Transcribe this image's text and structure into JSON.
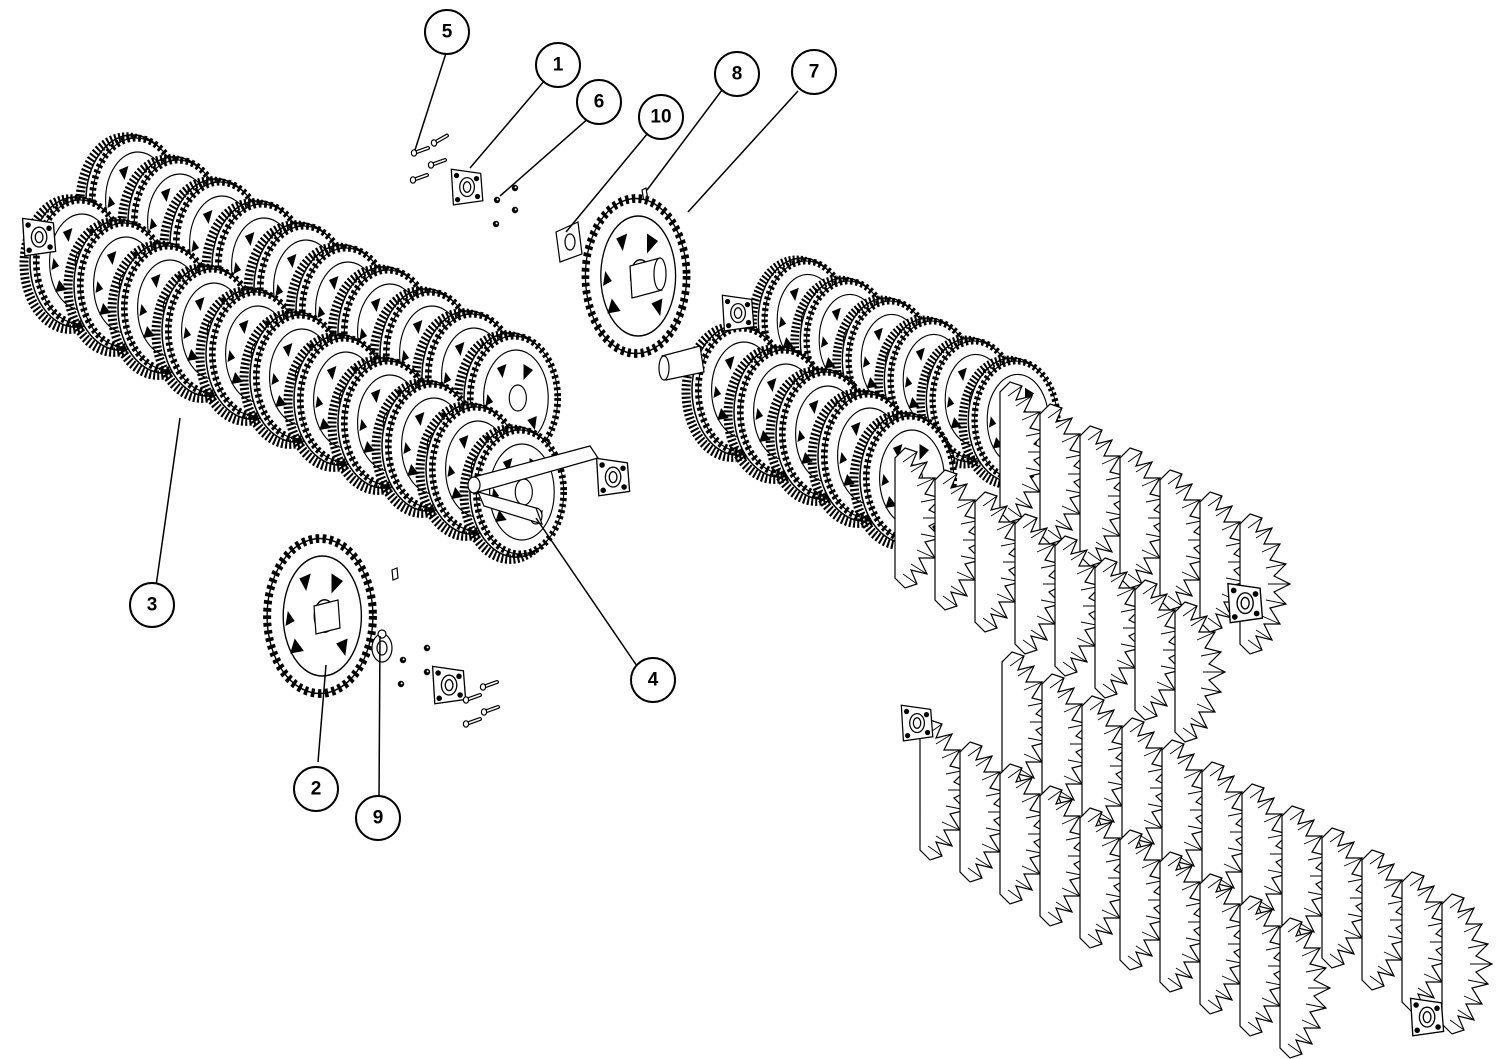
{
  "diagram": {
    "callouts": [
      {
        "id": "c5",
        "label": "5"
      },
      {
        "id": "c1",
        "label": "1"
      },
      {
        "id": "c6",
        "label": "6"
      },
      {
        "id": "c10",
        "label": "10"
      },
      {
        "id": "c8",
        "label": "8"
      },
      {
        "id": "c7",
        "label": "7"
      },
      {
        "id": "c3",
        "label": "3"
      },
      {
        "id": "c4",
        "label": "4"
      },
      {
        "id": "c2",
        "label": "2"
      },
      {
        "id": "c9",
        "label": "9"
      }
    ]
  }
}
